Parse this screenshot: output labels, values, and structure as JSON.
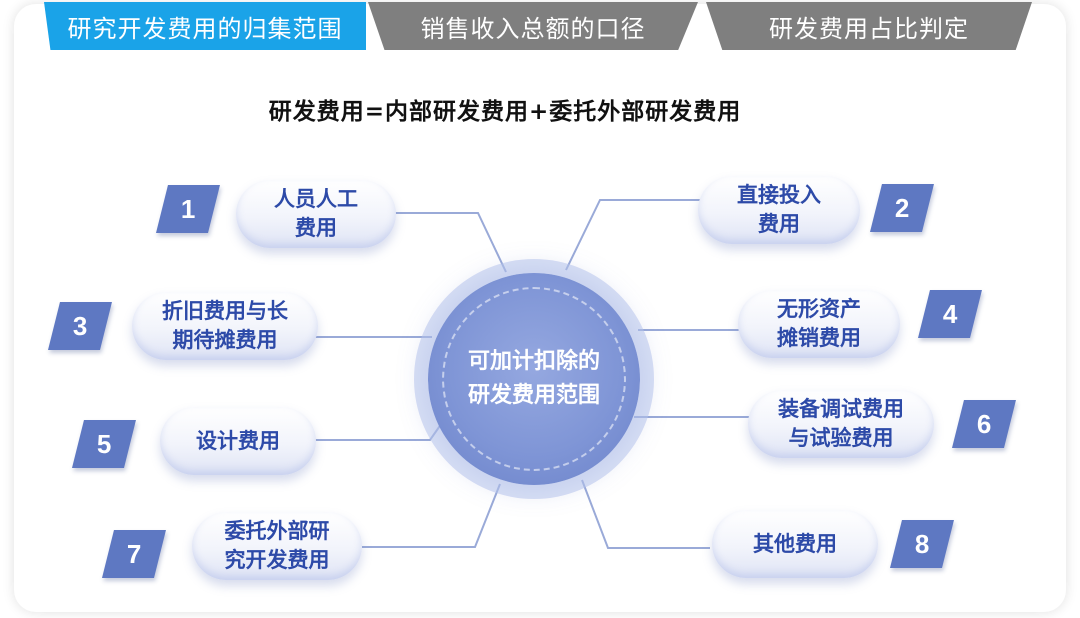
{
  "tabs": [
    {
      "label": "研究开发费用的归集范围",
      "active": true
    },
    {
      "label": "销售收入总额的口径",
      "active": false
    },
    {
      "label": "研发费用占比判定",
      "active": false
    }
  ],
  "formula": "研发费用=内部研发费用+委托外部研发费用",
  "center": {
    "line1": "可加计扣除的",
    "line2": "研发费用范围"
  },
  "items": [
    {
      "number": "1",
      "line1": "人员人工",
      "line2": "费用"
    },
    {
      "number": "2",
      "line1": "直接投入",
      "line2": "费用"
    },
    {
      "number": "3",
      "line1": "折旧费用与长",
      "line2": "期待摊费用"
    },
    {
      "number": "4",
      "line1": "无形资产",
      "line2": "摊销费用"
    },
    {
      "number": "5",
      "line1": "设计费用",
      "line2": ""
    },
    {
      "number": "6",
      "line1": "装备调试费用",
      "line2": "与试验费用"
    },
    {
      "number": "7",
      "line1": "委托外部研",
      "line2": "究开发费用"
    },
    {
      "number": "8",
      "line1": "其他费用",
      "line2": ""
    }
  ],
  "colors": {
    "active_tab": "#1aa3e8",
    "inactive_tab": "#7f7f7f",
    "number_box": "#5e78c2",
    "pill_text": "#2d4aa8",
    "center": "#7f95d6"
  }
}
